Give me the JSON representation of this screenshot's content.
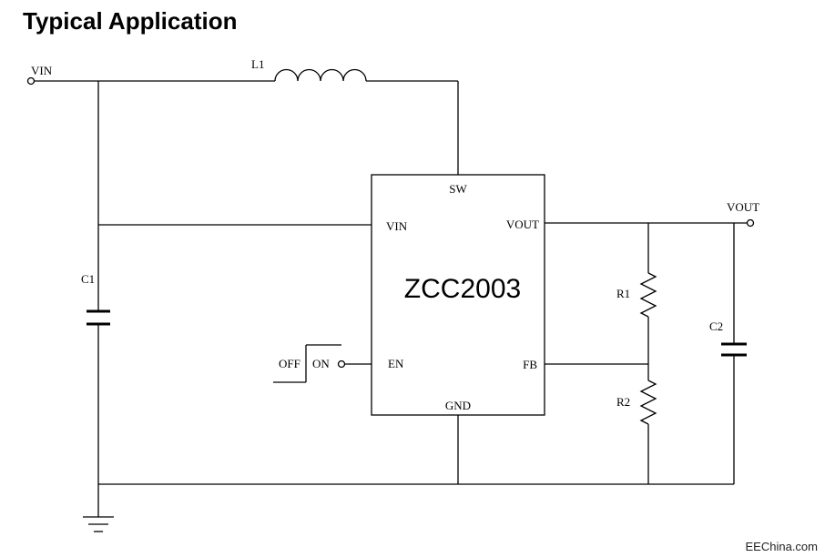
{
  "page": {
    "title": "Typical Application",
    "watermark": "EEChina.com"
  },
  "ic": {
    "name": "ZCC2003",
    "pins": {
      "sw": "SW",
      "vin": "VIN",
      "vout": "VOUT",
      "en": "EN",
      "fb": "FB",
      "gnd": "GND"
    }
  },
  "terminals": {
    "vin": "VIN",
    "vout": "VOUT"
  },
  "components": {
    "l1": "L1",
    "c1": "C1",
    "c2": "C2",
    "r1": "R1",
    "r2": "R2"
  },
  "switch": {
    "off": "OFF",
    "on": "ON"
  }
}
